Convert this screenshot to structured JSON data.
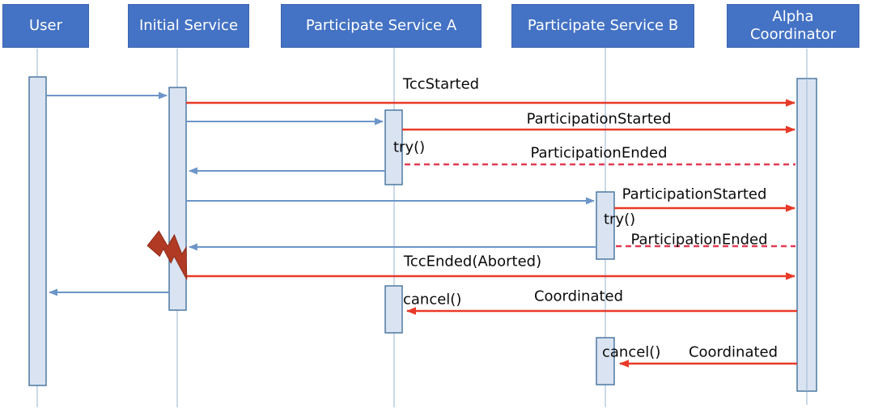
{
  "diagram": {
    "type": "sequence-diagram",
    "participants": [
      {
        "id": "user",
        "label": "User"
      },
      {
        "id": "initial-service",
        "label": "Initial Service"
      },
      {
        "id": "participate-service-a",
        "label": "Participate Service A"
      },
      {
        "id": "participate-service-b",
        "label": "Participate Service B"
      },
      {
        "id": "alpha-coordinator",
        "label": "Alpha Coordinator"
      }
    ],
    "messages": [
      {
        "label": "",
        "from": "user",
        "to": "initial-service",
        "style": "solid-blue"
      },
      {
        "label": "TccStarted",
        "from": "initial-service",
        "to": "alpha-coordinator",
        "style": "solid-red"
      },
      {
        "label": "",
        "from": "initial-service",
        "to": "participate-service-a",
        "style": "solid-blue"
      },
      {
        "label": "ParticipationStarted",
        "from": "participate-service-a",
        "to": "alpha-coordinator",
        "style": "solid-red"
      },
      {
        "label": "ParticipationEnded",
        "from": "participate-service-a",
        "to": "alpha-coordinator",
        "style": "dashed-red"
      },
      {
        "label": "",
        "from": "participate-service-a",
        "to": "initial-service",
        "style": "solid-blue-return"
      },
      {
        "label": "",
        "from": "initial-service",
        "to": "participate-service-b",
        "style": "solid-blue"
      },
      {
        "label": "ParticipationStarted",
        "from": "participate-service-b",
        "to": "alpha-coordinator",
        "style": "solid-red"
      },
      {
        "label": "ParticipationEnded",
        "from": "participate-service-b",
        "to": "alpha-coordinator",
        "style": "dashed-red"
      },
      {
        "label": "",
        "from": "participate-service-b",
        "to": "initial-service",
        "style": "solid-blue-return"
      },
      {
        "label": "TccEnded(Aborted)",
        "from": "initial-service",
        "to": "alpha-coordinator",
        "style": "solid-red"
      },
      {
        "label": "",
        "from": "initial-service",
        "to": "user",
        "style": "solid-blue-return"
      },
      {
        "label": "Coordinated",
        "from": "alpha-coordinator",
        "to": "participate-service-a",
        "style": "solid-red"
      },
      {
        "label": "Coordinated",
        "from": "alpha-coordinator",
        "to": "participate-service-b",
        "style": "solid-red"
      }
    ],
    "operations": [
      {
        "label": "try()",
        "on": "participate-service-a"
      },
      {
        "label": "try()",
        "on": "participate-service-b"
      },
      {
        "label": "cancel()",
        "on": "participate-service-a"
      },
      {
        "label": "cancel()",
        "on": "participate-service-b"
      }
    ],
    "annotations": [
      {
        "icon": "lightning-bolt",
        "meaning": "error / abort",
        "on": "initial-service"
      }
    ],
    "colors": {
      "participant_fill": "#4472C4",
      "participant_text": "#FFFFFF",
      "lifeline": "#A9C0DA",
      "activation_fill": "#DAE3F1",
      "activation_border": "#41719C",
      "sync_arrow_blue": "#6C95C9",
      "event_arrow_red": "#E83A28",
      "event_return_red_dashed": "#E23B53",
      "error_bolt": "#B03A23",
      "label_text": "#0A0A0A"
    }
  }
}
